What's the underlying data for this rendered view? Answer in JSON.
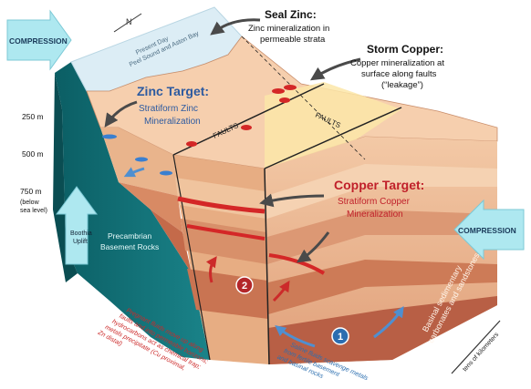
{
  "labels": {
    "compression_left": "COMPRESSION",
    "compression_right": "COMPRESSION",
    "present_day_1": "Present Day",
    "present_day_2": "Peel Sound and Aston Bay",
    "seal_zinc_title": "Seal Zinc:",
    "seal_zinc_1": "Zinc mineralization in",
    "seal_zinc_2": "permeable strata",
    "storm_title": "Storm Copper:",
    "storm_1": "Copper mineralization at",
    "storm_2": "surface along faults",
    "storm_3": "(“leakage”)",
    "zinc_target_title": "Zinc Target:",
    "zinc_target_1": "Stratiform Zinc",
    "zinc_target_2": "Mineralization",
    "copper_target_title": "Copper Target:",
    "copper_target_1": "Stratiform Copper",
    "copper_target_2": "Mineralization",
    "faults_1": "FAULTS",
    "faults_2": "FAULTS",
    "depth_250": "250 m",
    "depth_500": "500 m",
    "depth_750": "750 m",
    "depth_below_1": "(below",
    "depth_below_2": "sea level)",
    "boothia_1": "Boothia",
    "boothia_2": "Uplift",
    "precambrian_1": "Precambrian",
    "precambrian_2": "Basement Rocks",
    "basinal_1": "Basinal sedimentary",
    "basinal_2": "carbonates and sandstones",
    "scale": "tens of kilometers",
    "north": "N",
    "marker_1": "1",
    "marker_2": "2",
    "red_note_1": "Pregnant fluids move up along",
    "red_note_2": "faults and into permeable horizons;",
    "red_note_3": "hydrocarbons act as chemical trap;",
    "red_note_4": "metals precipitate (Cu proximal,",
    "red_note_5": "Zn distal)",
    "blue_note_1": "Saline fluids scavenge metals",
    "blue_note_2": "from fertile basement",
    "blue_note_3": "and basinal rocks"
  },
  "colors": {
    "compression_arrow": "#aee8f0",
    "teal_dark": "#0e6a70",
    "teal_mid": "#1f8d93",
    "ice": "#d9edf5",
    "top_face": "#f6cfae",
    "fault_block_top": "#fbe6a8",
    "zinc_title": "#2c5aa0",
    "copper_title": "#c0202a",
    "red_text": "#cc2a2a",
    "blue_text": "#2c6fb0",
    "marker_red": "#b3262a",
    "marker_blue": "#2b6db0"
  }
}
